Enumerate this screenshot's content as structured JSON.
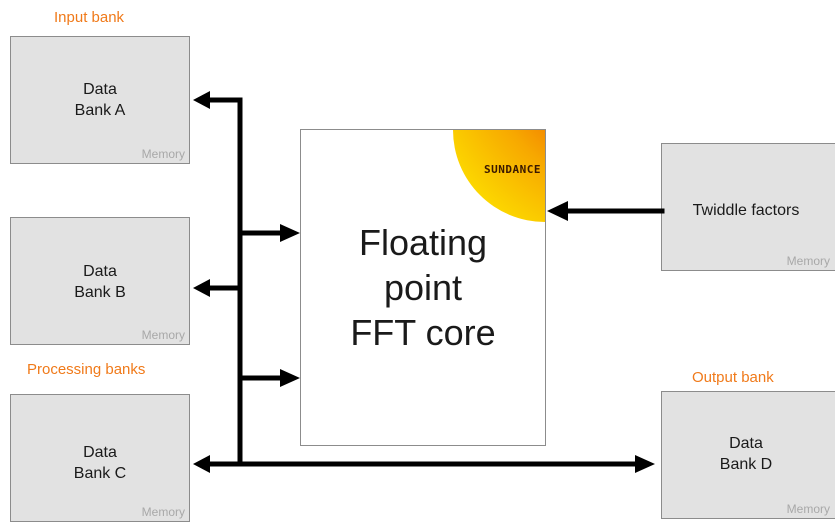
{
  "captions": {
    "input_bank": "Input bank",
    "processing_banks": "Processing banks",
    "output_bank": "Output bank"
  },
  "banks": {
    "a": {
      "line1": "Data",
      "line2": "Bank A",
      "tag": "Memory"
    },
    "b": {
      "line1": "Data",
      "line2": "Bank B",
      "tag": "Memory"
    },
    "c": {
      "line1": "Data",
      "line2": "Bank C",
      "tag": "Memory"
    },
    "d": {
      "line1": "Data",
      "line2": "Bank D",
      "tag": "Memory"
    },
    "twiddle": {
      "label": "Twiddle factors",
      "tag": "Memory"
    }
  },
  "core": {
    "line1": "Floating",
    "line2": "point",
    "line3": "FFT core",
    "logo_text": "SUNDANCE"
  },
  "colors": {
    "caption": "#f07a1a",
    "box_fill": "#e2e2e2",
    "wire": "#000000"
  }
}
